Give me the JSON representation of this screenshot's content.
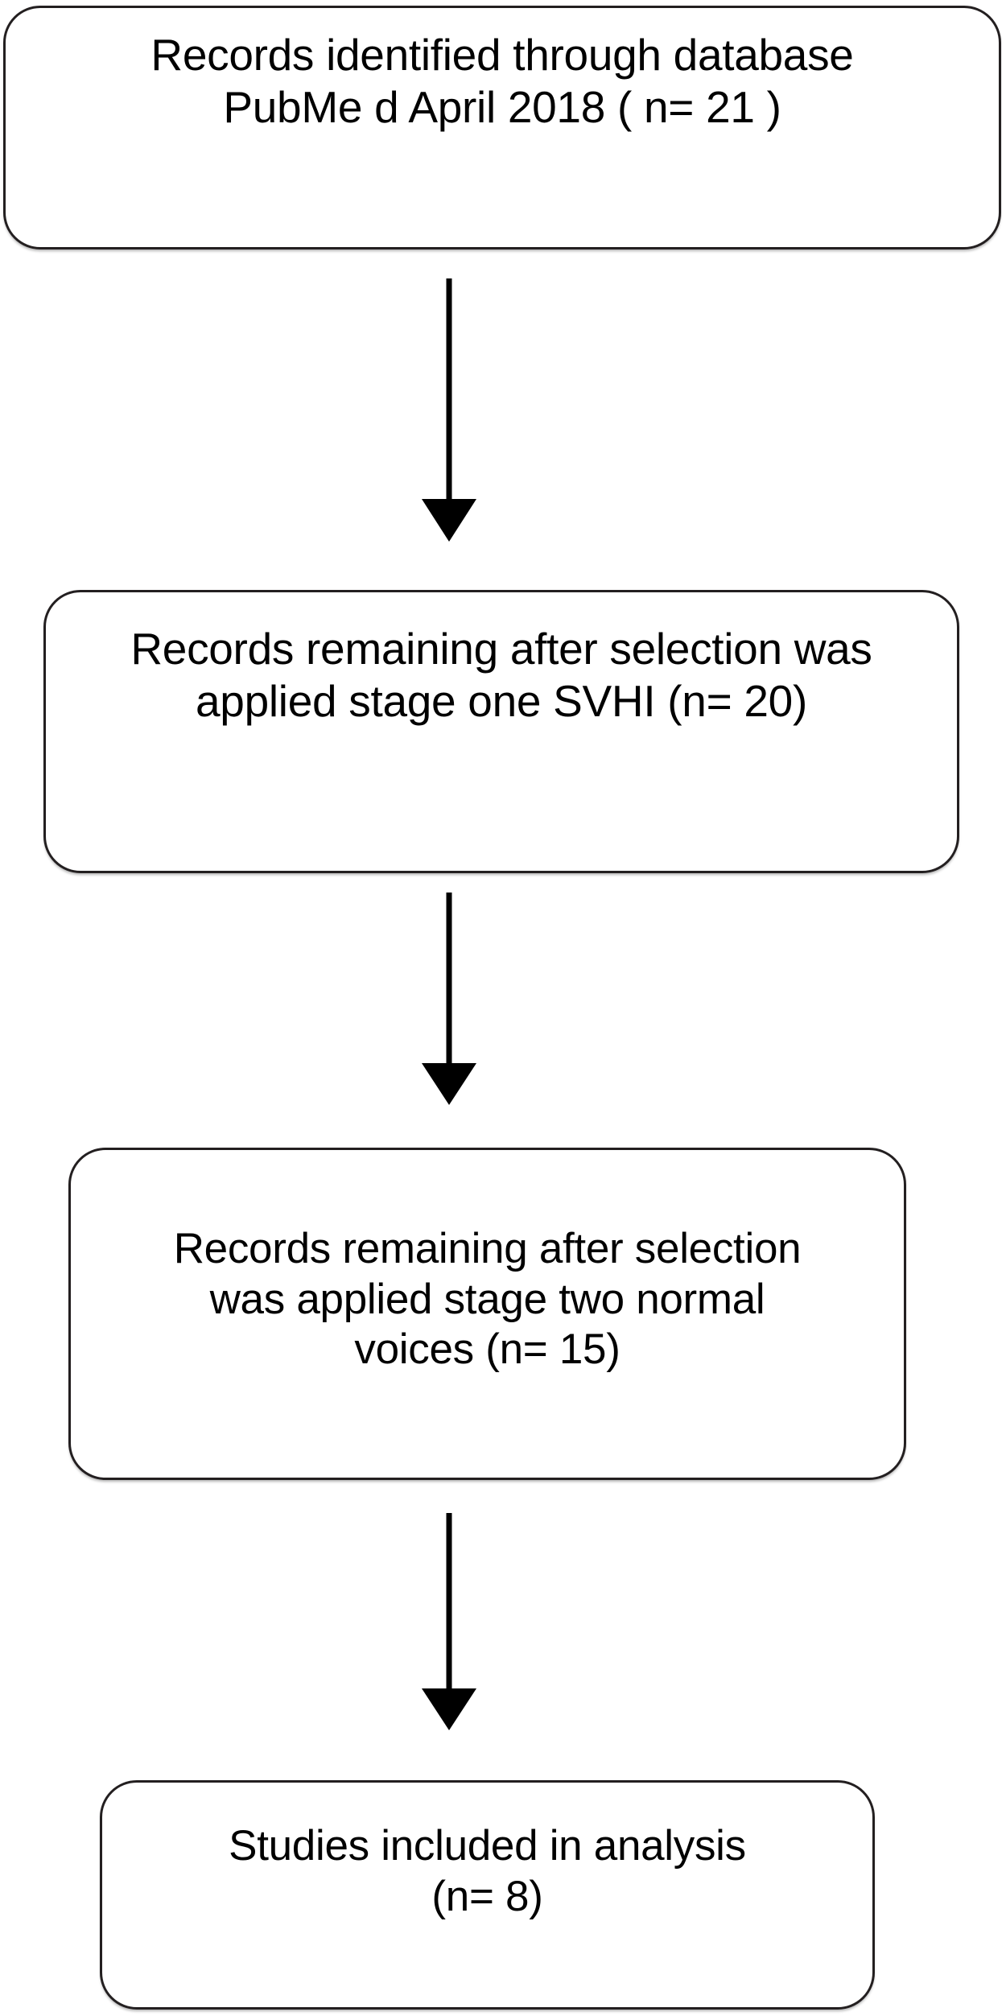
{
  "diagram": {
    "title": "PRISMA-style study selection flow chart",
    "orientation": "vertical",
    "background_color": "#ffffff",
    "stroke_color": "#231f20",
    "text_color": "#000000",
    "nodes": [
      {
        "id": "records-identified",
        "label": "Records identified through database\nPubMe d April 2018 ( n= 21 )",
        "count": 21,
        "stage": "identification"
      },
      {
        "id": "records-after-stage-one",
        "label": "Records remaining after selection was\napplied stage one SVHI (n= 20)",
        "count": 20,
        "stage": "screening-stage-one"
      },
      {
        "id": "records-after-stage-two",
        "label": "Records remaining after selection\nwas applied stage two normal\nvoices (n= 15)",
        "count": 15,
        "stage": "screening-stage-two"
      },
      {
        "id": "studies-included",
        "label": "Studies included in analysis\n(n= 8)",
        "count": 8,
        "stage": "included"
      }
    ],
    "connectors": [
      {
        "id": "arrow-identified-to-stage-one",
        "from": "records-identified",
        "to": "records-after-stage-one",
        "type": "arrow-down"
      },
      {
        "id": "arrow-stage-one-to-stage-two",
        "from": "records-after-stage-one",
        "to": "records-after-stage-two",
        "type": "arrow-down"
      },
      {
        "id": "arrow-stage-two-to-included",
        "from": "records-after-stage-two",
        "to": "studies-included",
        "type": "arrow-down"
      }
    ]
  }
}
